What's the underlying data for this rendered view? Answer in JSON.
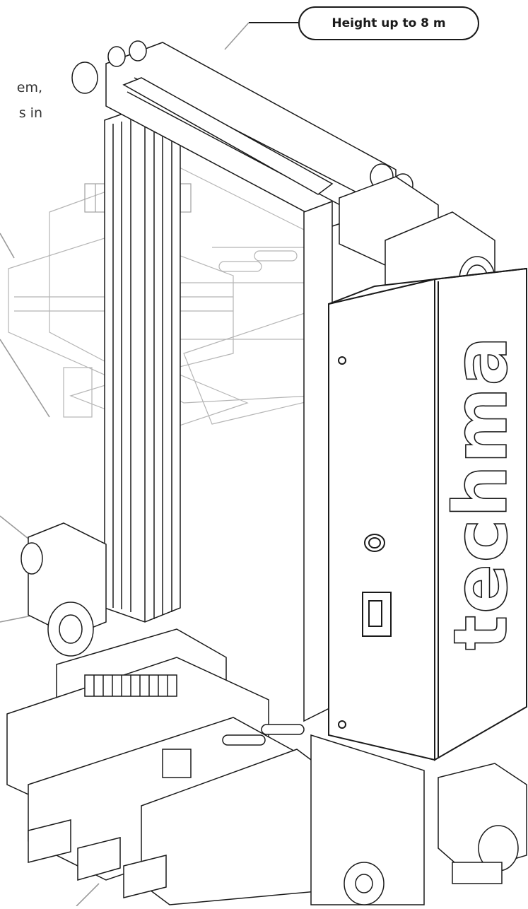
{
  "callout": {
    "label": "Height up to 8 m"
  },
  "side_text": {
    "line1": "em,",
    "line2": "s in"
  },
  "brand": {
    "cabinet_wordmark": "techma"
  },
  "colors": {
    "line": "#1a1a1a",
    "frame": "#2b2b2b",
    "ghost": "#9a9a9a",
    "fill": "#ffffff"
  }
}
